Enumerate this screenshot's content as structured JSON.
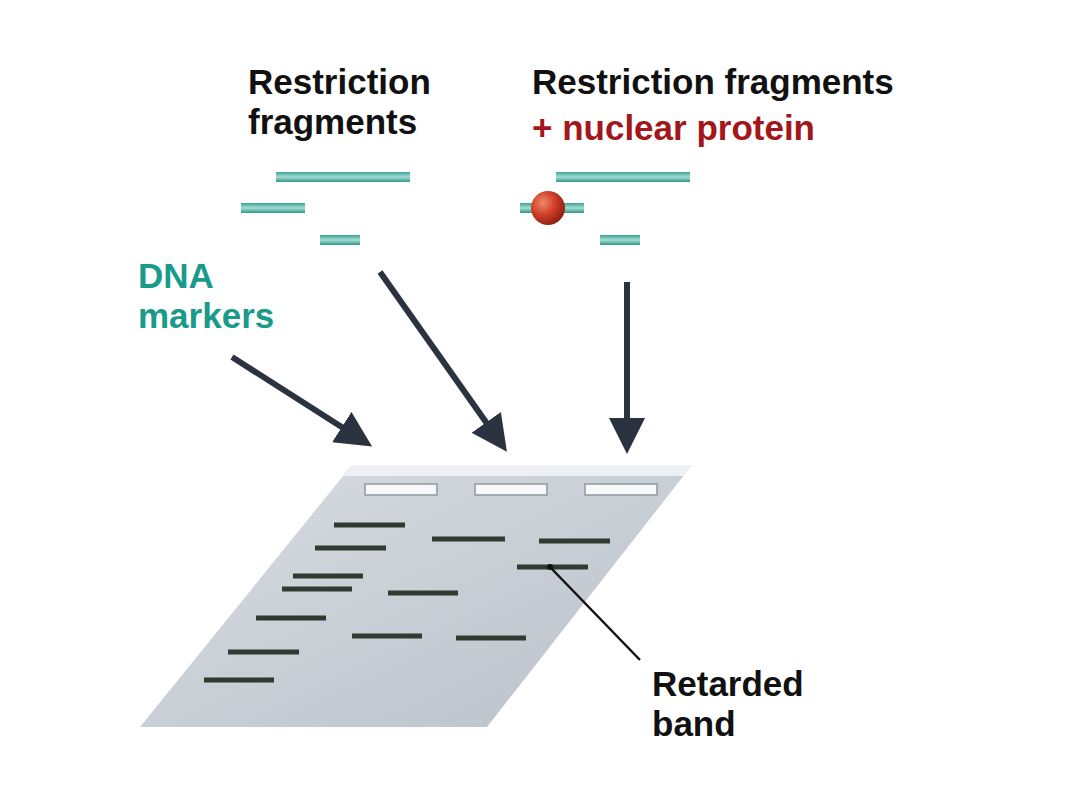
{
  "diagram": {
    "labels": [
      "Restriction fragments",
      "Restriction fragments",
      "+ nuclear protein",
      "DNA markers",
      "Retarded band"
    ]
  }
}
